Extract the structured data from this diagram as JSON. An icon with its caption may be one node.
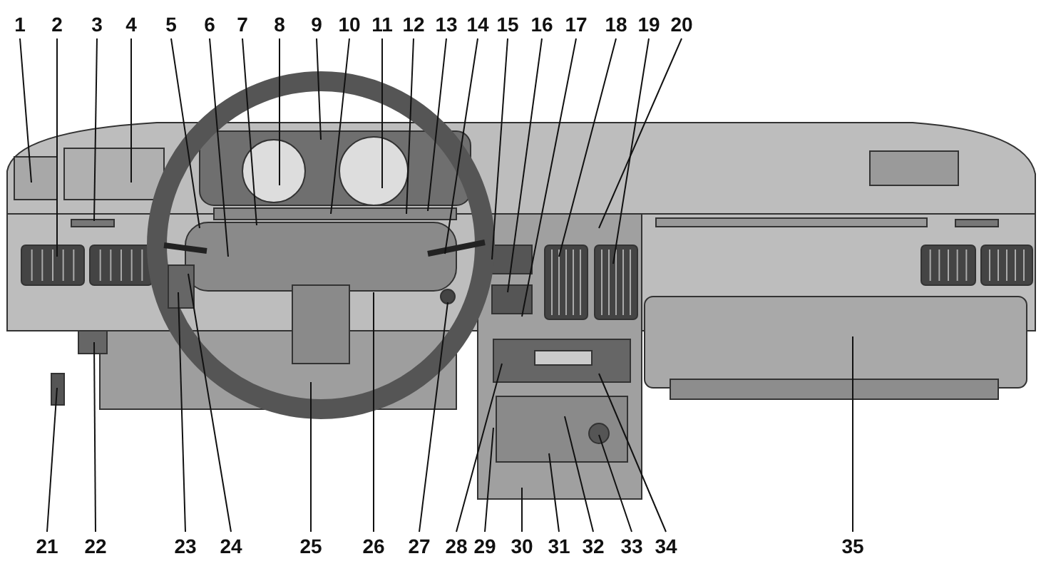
{
  "diagram": {
    "nodes": [
      {
        "text": [
          "1"
        ]
      },
      {
        "text": [
          "2"
        ]
      },
      {
        "text": [
          "3"
        ]
      },
      {
        "text": [
          "4"
        ]
      },
      {
        "text": [
          "5"
        ]
      },
      {
        "text": [
          "6"
        ]
      },
      {
        "text": [
          "7"
        ]
      },
      {
        "text": [
          "8"
        ]
      },
      {
        "text": [
          "9"
        ]
      },
      {
        "text": [
          "10"
        ]
      },
      {
        "text": [
          "11"
        ]
      },
      {
        "text": [
          "12"
        ]
      },
      {
        "text": [
          "13"
        ]
      },
      {
        "text": [
          "14"
        ]
      },
      {
        "text": [
          "15"
        ]
      },
      {
        "text": [
          "16"
        ]
      },
      {
        "text": [
          "17"
        ]
      },
      {
        "text": [
          "18"
        ]
      },
      {
        "text": [
          "19"
        ]
      },
      {
        "text": [
          "20"
        ]
      },
      {
        "text": [
          "21"
        ]
      },
      {
        "text": [
          "22"
        ]
      },
      {
        "text": [
          "23"
        ]
      },
      {
        "text": [
          "24"
        ]
      },
      {
        "text": [
          "25"
        ]
      },
      {
        "text": [
          "26"
        ]
      },
      {
        "text": [
          "27"
        ]
      },
      {
        "text": [
          "28"
        ]
      },
      {
        "text": [
          "29"
        ]
      },
      {
        "text": [
          "30"
        ]
      },
      {
        "text": [
          "31"
        ]
      },
      {
        "text": [
          "32"
        ]
      },
      {
        "text": [
          "33"
        ]
      },
      {
        "text": [
          "34"
        ]
      },
      {
        "text": [
          "35"
        ]
      }
    ],
    "edges": [
      {
        "from": 0,
        "to": null,
        "arrow": "none"
      },
      {
        "from": 1,
        "to": null,
        "arrow": "none"
      },
      {
        "from": 2,
        "to": null,
        "arrow": "none"
      },
      {
        "from": 3,
        "to": null,
        "arrow": "none"
      },
      {
        "from": 4,
        "to": null,
        "arrow": "none"
      },
      {
        "from": 5,
        "to": null,
        "arrow": "none"
      },
      {
        "from": 6,
        "to": null,
        "arrow": "none"
      },
      {
        "from": 7,
        "to": null,
        "arrow": "none"
      },
      {
        "from": 8,
        "to": null,
        "arrow": "none"
      },
      {
        "from": 9,
        "to": null,
        "arrow": "none"
      },
      {
        "from": 10,
        "to": null,
        "arrow": "none"
      },
      {
        "from": 11,
        "to": null,
        "arrow": "none"
      },
      {
        "from": 12,
        "to": null,
        "arrow": "none"
      },
      {
        "from": 13,
        "to": null,
        "arrow": "none"
      },
      {
        "from": 14,
        "to": null,
        "arrow": "none"
      },
      {
        "from": 15,
        "to": null,
        "arrow": "none"
      },
      {
        "from": 16,
        "to": null,
        "arrow": "none"
      },
      {
        "from": 17,
        "to": null,
        "arrow": "none"
      },
      {
        "from": 18,
        "to": null,
        "arrow": "none"
      },
      {
        "from": 19,
        "to": null,
        "arrow": "none"
      },
      {
        "from": 20,
        "to": null,
        "arrow": "none"
      },
      {
        "from": 21,
        "to": null,
        "arrow": "none"
      },
      {
        "from": 22,
        "to": null,
        "arrow": "none"
      },
      {
        "from": 23,
        "to": null,
        "arrow": "none"
      },
      {
        "from": 24,
        "to": null,
        "arrow": "none"
      },
      {
        "from": 25,
        "to": null,
        "arrow": "none"
      },
      {
        "from": 26,
        "to": null,
        "arrow": "none"
      },
      {
        "from": 27,
        "to": null,
        "arrow": "none"
      },
      {
        "from": 28,
        "to": null,
        "arrow": "none"
      },
      {
        "from": 29,
        "to": null,
        "arrow": "none"
      },
      {
        "from": 30,
        "to": null,
        "arrow": "none"
      },
      {
        "from": 31,
        "to": null,
        "arrow": "none"
      },
      {
        "from": 32,
        "to": null,
        "arrow": "none"
      },
      {
        "from": 33,
        "to": null,
        "arrow": "none"
      },
      {
        "from": 34,
        "to": null,
        "arrow": "none"
      }
    ]
  }
}
